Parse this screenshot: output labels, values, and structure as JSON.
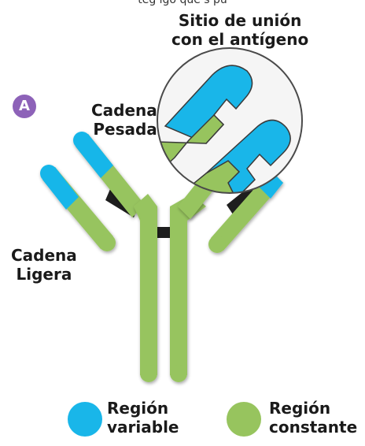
{
  "top_caption": "teg igo que s pu",
  "badge": "A",
  "labels": {
    "binding_site_line1": "Sitio de unión",
    "binding_site_line2": "con el antígeno",
    "heavy_chain_line1": "Cadena",
    "heavy_chain_line2": "Pesada",
    "light_chain_line1": "Cadena",
    "light_chain_line2": "Ligera"
  },
  "legend": [
    {
      "label_line1": "Región",
      "label_line2": "variable",
      "color": "#19b6e9"
    },
    {
      "label_line1": "Región",
      "label_line2": "constante",
      "color": "#97c45e"
    }
  ],
  "colors": {
    "variable": "#19b6e9",
    "constant": "#97c45e",
    "hinge": "#1e1e1e",
    "outline": "#3a3a3a",
    "badge": "#8d62b8"
  }
}
